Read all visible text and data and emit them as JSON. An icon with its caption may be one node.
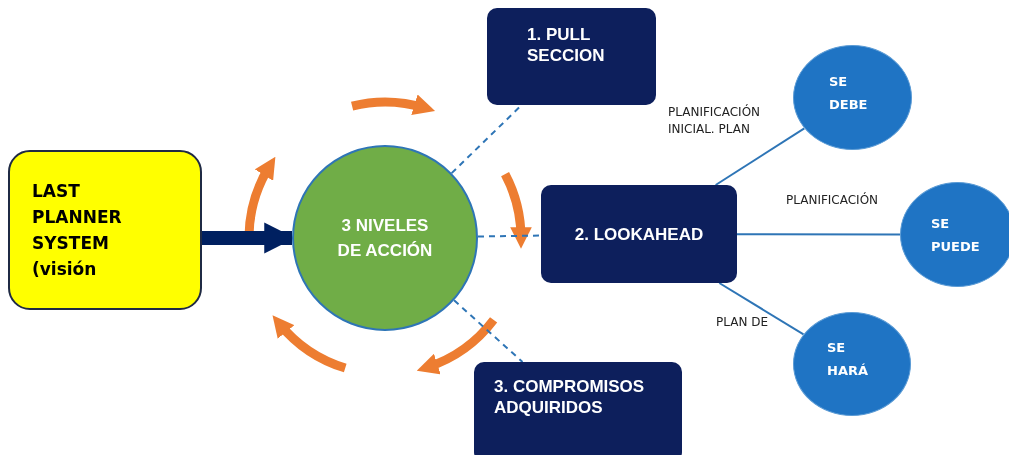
{
  "diagram": {
    "nodes": [
      {
        "text": [
          "LAST PLANNER SYSTEM (visión"
        ]
      },
      {
        "text": [
          "3 NIVELES DE ACCIÓN"
        ]
      },
      {
        "text": [
          "1. PULL SECCION"
        ]
      },
      {
        "text": [
          "2. LOOKAHEAD"
        ]
      },
      {
        "text": [
          "3. COMPROMISOS ADQUIRIDOS"
        ]
      },
      {
        "text": [
          "SE DEBE"
        ]
      },
      {
        "text": [
          "SE PUEDE"
        ]
      },
      {
        "text": [
          "SE HARÁ"
        ]
      }
    ],
    "edges": [
      {
        "from": 0,
        "to": 1,
        "arrow": "to",
        "style": "thick",
        "color": "#002060"
      },
      {
        "from": 1,
        "to": 2,
        "arrow": "none",
        "style": "dashed"
      },
      {
        "from": 1,
        "to": 3,
        "arrow": "none",
        "style": "dashed"
      },
      {
        "from": 1,
        "to": 4,
        "arrow": "none",
        "style": "dashed"
      },
      {
        "from": 3,
        "to": 5,
        "arrow": "none"
      },
      {
        "from": 3,
        "to": 6,
        "arrow": "none"
      },
      {
        "from": 3,
        "to": 7,
        "arrow": "none"
      }
    ],
    "labels": [
      "PLANIFICACIÓN INICIAL. PLAN",
      "PLANIFICACIÓN",
      "PLAN DE"
    ]
  }
}
